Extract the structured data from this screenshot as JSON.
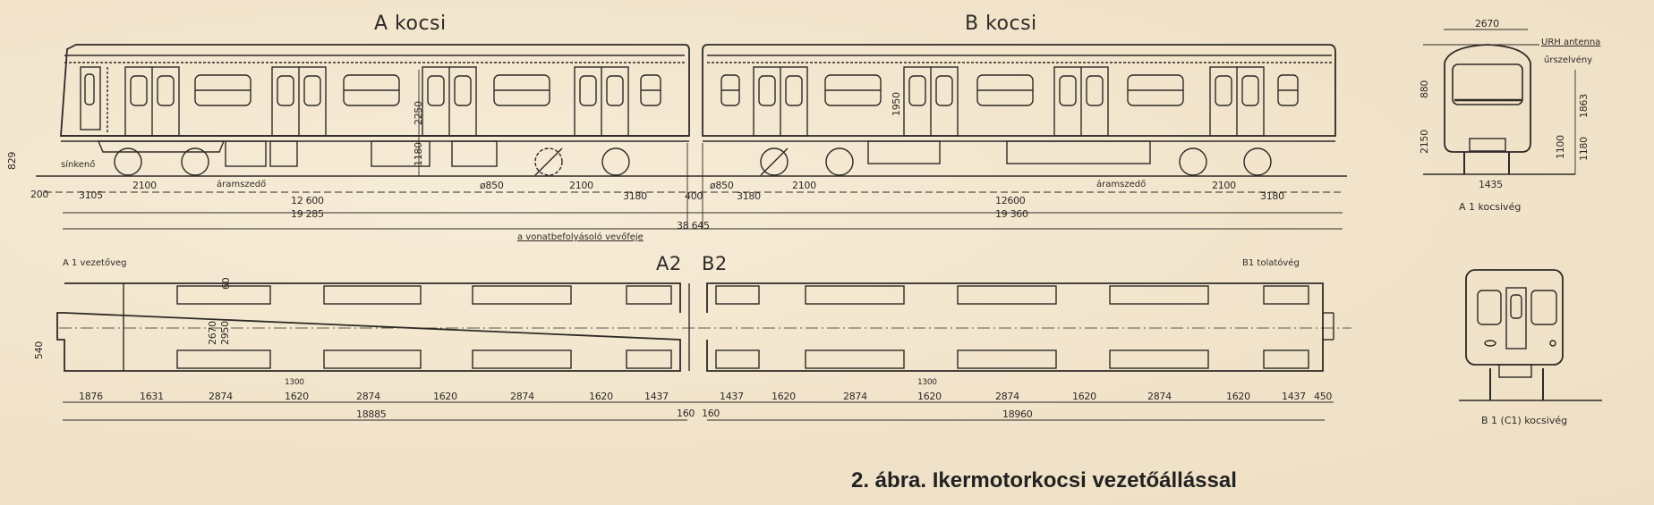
{
  "figure": {
    "caption": "2. ábra. Ikermotorkocsi vezetőállással",
    "colors": {
      "paper": "#f4e8d2",
      "ink": "#2e2a26"
    }
  },
  "side_view": {
    "car_a_title": "A  kocsi",
    "car_b_title": "B  kocsi",
    "labels": {
      "sinkeno": "sínkenő",
      "aramszedo_a": "áramszedő",
      "aramszedo_b": "áramszedő",
      "receiver": "a vonatbefolyásoló vevőfeje"
    },
    "dimensions": {
      "buffer_height": "829",
      "front_offset": "200",
      "a_overhang": "3105",
      "a_bogie_wheelbase_1": "2100",
      "a_bogie_wheelbase_2": "2100",
      "a_bogie_centers": "12 600",
      "a_length": "19 285",
      "a_height_total": "2250",
      "a_floor_height": "1180",
      "a_wheel_dia": "ø850",
      "a_rear_overhang": "3180",
      "coupler_gap": "400",
      "train_length": "38 645",
      "b_wheel_dia": "ø850",
      "b_front_overhang": "3180",
      "b_bogie_wheelbase_1": "2100",
      "b_height": "1950",
      "b_bogie_centers": "12600",
      "b_length": "19 360",
      "b_bogie_wheelbase_2": "2100",
      "b_rear_overhang": "3180"
    }
  },
  "end_view_a1": {
    "title": "A 1  kocsivég",
    "labels": {
      "antenna": "URH antenna",
      "gauge": "űrszelvény"
    },
    "dimensions": {
      "width": "2670",
      "window_height": "880",
      "roof_height": "2150",
      "gauge_height": "1863",
      "track_gauge": "1435",
      "floor_1": "1100",
      "floor_2": "1180"
    }
  },
  "end_view_b1": {
    "title": "B 1 (C1) kocsivég"
  },
  "plan_view": {
    "a_end_label": "A 1 vezetőveg",
    "b_end_label": "B1 tolatóvég",
    "coupling_a": "A2",
    "coupling_b": "B2",
    "dimensions": {
      "door_inset": "60",
      "inner_width": "2670",
      "outer_width": "2950",
      "cab_offset": "540",
      "door_width_a": "1300",
      "door_width_b": "1300",
      "a_segments": [
        "1876",
        "1631",
        "2874",
        "1620",
        "2874",
        "1620",
        "2874",
        "1620",
        "1437"
      ],
      "a_gap": "160",
      "a_total": "18885",
      "b_gap": "160",
      "b_segments": [
        "1437",
        "1620",
        "2874",
        "1620",
        "2874",
        "1620",
        "2874",
        "1620",
        "1437",
        "450"
      ],
      "b_total": "18960"
    }
  }
}
